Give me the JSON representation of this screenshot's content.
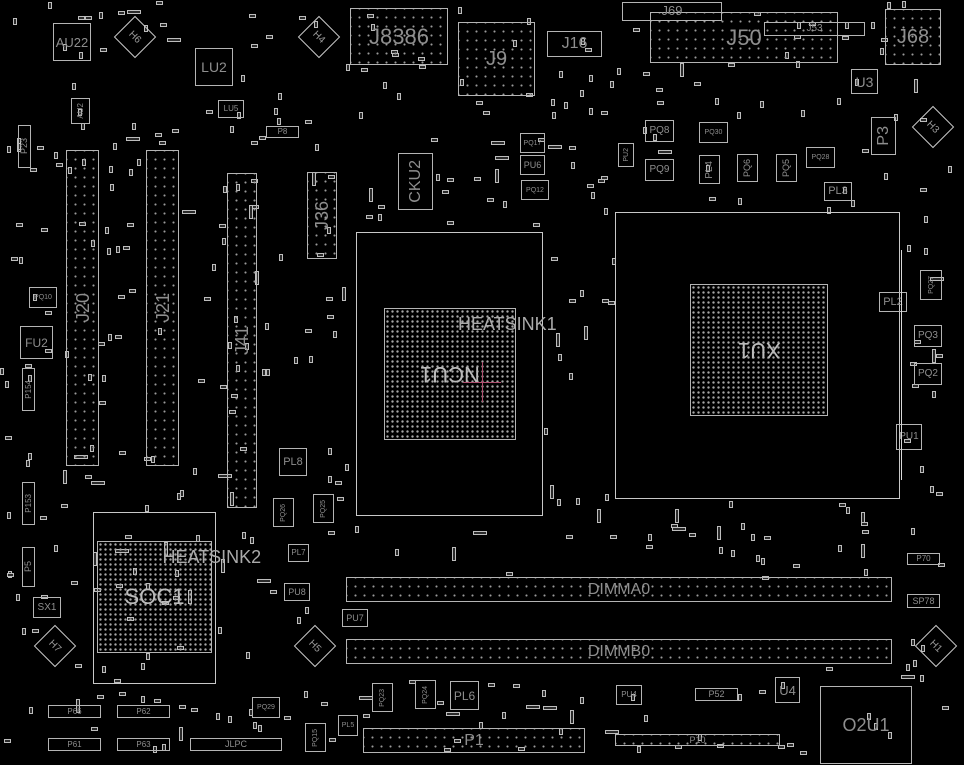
{
  "view": {
    "title": "Boardview component layout"
  },
  "components": [
    {
      "label": "AU22"
    },
    {
      "label": "AU2"
    },
    {
      "label": "P23"
    },
    {
      "label": "LU2"
    },
    {
      "label": "LU5"
    },
    {
      "label": "P8"
    },
    {
      "label": "J8386"
    },
    {
      "label": "J9"
    },
    {
      "label": "J16"
    },
    {
      "label": "J69"
    },
    {
      "label": "J50"
    },
    {
      "label": "J53"
    },
    {
      "label": "J68"
    },
    {
      "label": "U3"
    },
    {
      "label": "P3"
    },
    {
      "label": "PQ8"
    },
    {
      "label": "PQ30"
    },
    {
      "label": "PQ9"
    },
    {
      "label": "PL4"
    },
    {
      "label": "PQ6"
    },
    {
      "label": "PQ5"
    },
    {
      "label": "PQ28"
    },
    {
      "label": "PL3"
    },
    {
      "label": "PQ17"
    },
    {
      "label": "PU6"
    },
    {
      "label": "PU2"
    },
    {
      "label": "PQ12"
    },
    {
      "label": "CKU2"
    },
    {
      "label": "J36"
    },
    {
      "label": "J20"
    },
    {
      "label": "J21"
    },
    {
      "label": "J41"
    },
    {
      "label": "PQ10"
    },
    {
      "label": "FU2"
    },
    {
      "label": "P154"
    },
    {
      "label": "P153"
    },
    {
      "label": "PL8"
    },
    {
      "label": "PQ26"
    },
    {
      "label": "PQ25"
    },
    {
      "label": "PQ27"
    },
    {
      "label": "PL2"
    },
    {
      "label": "PQ3"
    },
    {
      "label": "PQ2"
    },
    {
      "label": "PU1"
    },
    {
      "label": "P5"
    },
    {
      "label": "SX1"
    },
    {
      "label": "PL7"
    },
    {
      "label": "PU8"
    },
    {
      "label": "PU7"
    },
    {
      "label": "DIMMA0"
    },
    {
      "label": "DIMMB0"
    },
    {
      "label": "PQ29"
    },
    {
      "label": "PQ15"
    },
    {
      "label": "PL5"
    },
    {
      "label": "PQ23"
    },
    {
      "label": "PQ24"
    },
    {
      "label": "PL6"
    },
    {
      "label": "P1"
    },
    {
      "label": "PU4"
    },
    {
      "label": "P52"
    },
    {
      "label": "P10"
    },
    {
      "label": "U4"
    },
    {
      "label": "O2U1"
    },
    {
      "label": "P70"
    },
    {
      "label": "SP78"
    },
    {
      "label": "P66"
    },
    {
      "label": "P62"
    },
    {
      "label": "P61"
    },
    {
      "label": "P63"
    },
    {
      "label": "JLPC"
    }
  ],
  "chips": [
    {
      "label": "NCU1",
      "sub": "HEATSINK1"
    },
    {
      "label": "XU1"
    },
    {
      "label": "SOC1",
      "sub": "HEATSINK2"
    }
  ],
  "holes": [
    {
      "label": "H6"
    },
    {
      "label": "H4"
    },
    {
      "label": "H3"
    },
    {
      "label": "H7"
    },
    {
      "label": "H5"
    },
    {
      "label": "H1"
    }
  ]
}
